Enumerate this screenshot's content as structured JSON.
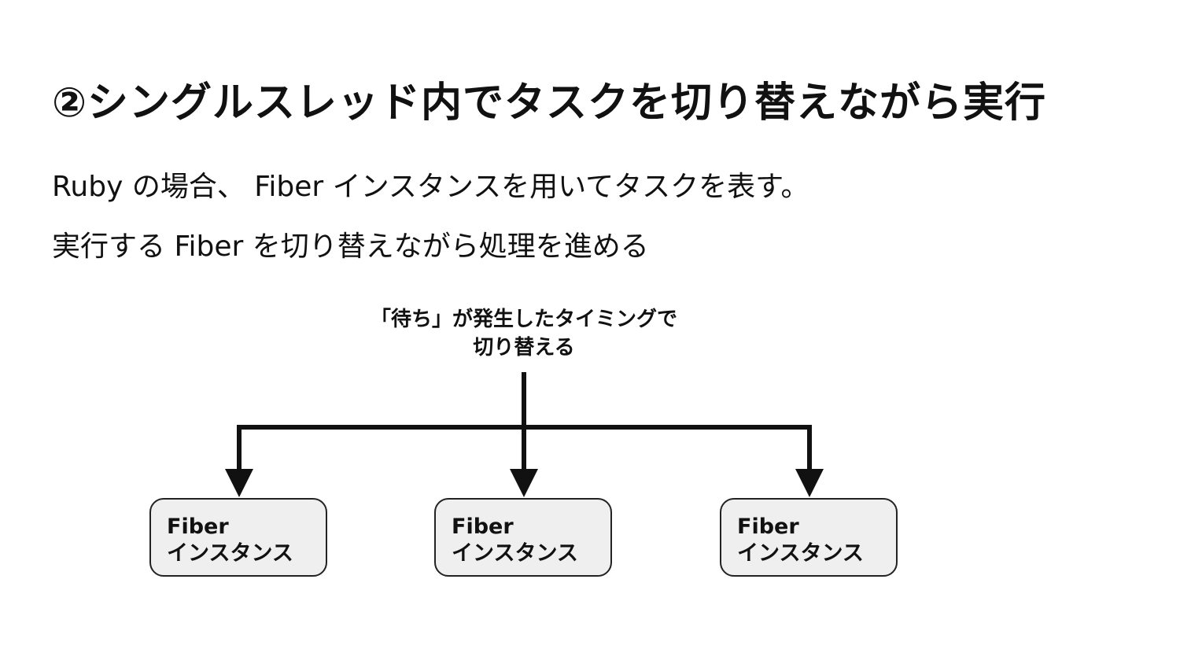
{
  "slide": {
    "title": "②シングルスレッド内でタスクを切り替えながら実行",
    "lines": [
      "Ruby の場合、 Fiber インスタンスを用いてタスクを表す。",
      "実行する Fiber を切り替えながら処理を進める"
    ]
  },
  "diagram": {
    "caption_line1": "「待ち」が発生したタイミングで",
    "caption_line2": "切り替える",
    "nodes": [
      {
        "line1": "Fiber",
        "line2": "インスタンス"
      },
      {
        "line1": "Fiber",
        "line2": "インスタンス"
      },
      {
        "line1": "Fiber",
        "line2": "インスタンス"
      }
    ]
  }
}
